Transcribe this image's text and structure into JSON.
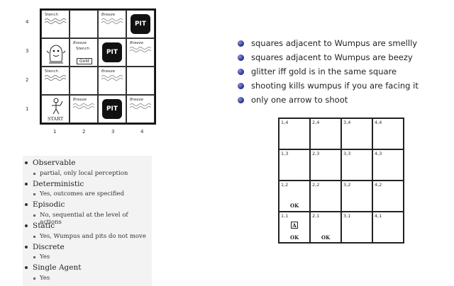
{
  "world": {
    "row_labels": [
      "4",
      "3",
      "2",
      "1"
    ],
    "col_labels": [
      "1",
      "2",
      "3",
      "4"
    ],
    "start_label": "START",
    "pit_label": "PIT",
    "breeze_label": "Breeze",
    "stench_label": "Stench",
    "gold_label": "Gold"
  },
  "rules": [
    "squares adjacent to Wumpus are smellly",
    "squares adjacent to Wumpus are beezy",
    "glitter iff gold is in the same square",
    "shooting kills wumpus if you are facing it",
    "only one arrow to shoot"
  ],
  "properties": [
    {
      "head": "Observable",
      "sub": "partial, only local perception"
    },
    {
      "head": "Deterministic",
      "sub": "Yes, outcomes are specified"
    },
    {
      "head": "Episodic",
      "sub": "No, sequential at the level of actions"
    },
    {
      "head": "Static",
      "sub": "Yes, Wumpus and pits do not move"
    },
    {
      "head": "Discrete",
      "sub": "Yes"
    },
    {
      "head": "Single Agent",
      "sub": "Yes"
    }
  ],
  "knowledge_grid": {
    "cells": [
      "1,4",
      "2,4",
      "3,4",
      "4,4",
      "1,3",
      "2,3",
      "3,3",
      "4,3",
      "1,2",
      "2,2",
      "3,2",
      "4,2",
      "1,1",
      "2,1",
      "3,1",
      "4,1"
    ],
    "ok_label": "OK",
    "agent_label": "A"
  },
  "colors": {
    "bullet": "#1c2a8a",
    "pit": "#111111",
    "panel": "#f3f3f3"
  }
}
